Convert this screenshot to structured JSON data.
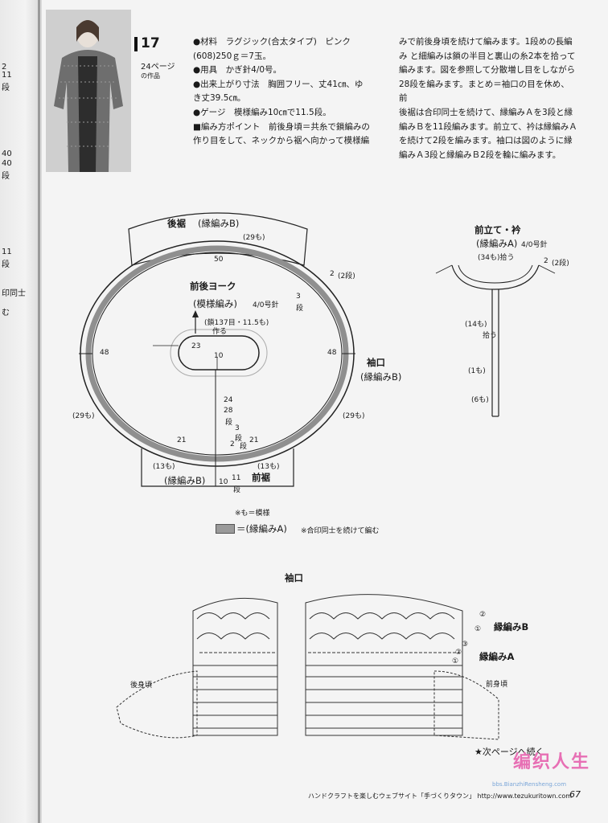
{
  "sidebar": {
    "labels": [
      "2",
      "11",
      "段",
      "40",
      "40",
      "段",
      "11",
      "段",
      "印同士",
      "む"
    ]
  },
  "header": {
    "pattern_number": "17",
    "page_ref": "24ページ",
    "page_ref_sub": "の作品",
    "spec_left": [
      "●材料　ラグジック(合太タイプ)　ピンク",
      "(608)250ｇ＝7玉。",
      "●用具　かぎ針4/0号。",
      "●出来上がり寸法　胸囲フリー、丈41㎝、ゆ",
      "き丈39.5㎝。",
      "●ゲージ　模様編み10㎝で11.5段。",
      "■編み方ポイント　前後身頃＝共糸で鎖編みの",
      "作り目をして、ネックから裾へ向かって模様編"
    ],
    "spec_right": [
      "みで前後身頃を続けて編みます。1段めの長編",
      "み と細編みは鎖の半目と裏山の糸2本を拾って",
      "編みます。図を参照して分散増し目をしながら",
      "28段を編みます。まとめ＝袖口の目を休め、前",
      "後裾は合印同士を続けて、縁編みＡを3段と縁",
      "編みＢを11段編みます。前立て、衿は縁編みＡ",
      "を続けて2段を編みます。袖口は図のように縁",
      "編みＡ3段と縁編みＢ2段を輪に編みます。"
    ]
  },
  "diagram": {
    "back_hem": "後裾",
    "back_hem_sub": "(縁編みB)",
    "back_hem_count": "(29も)",
    "top_width": "50",
    "yoke_title": "前後ヨーク",
    "yoke_sub": "(模様編み)",
    "yoke_needle": "4/0号針",
    "cast_on": "(鎖137目・11.5も)",
    "cast_on_sub": "作る",
    "neck_width": "23",
    "neck_depth": "10",
    "side_left": "48",
    "side_right": "48",
    "sleeve": "袖口",
    "sleeve_sub": "(縁編みB)",
    "left_count": "(29も)",
    "right_count": "(29も)",
    "depth_24": "24",
    "depth_28": "28",
    "depth_rows": "段",
    "r2_top": "2",
    "r2_top_frac": "(2段)",
    "r2_left_2": "2",
    "r3_left": "3",
    "r3_left_rows": "段",
    "r3_mid": "3",
    "r3_mid_rows": "段",
    "r2_mid": "2",
    "r2_mid_rows": "段",
    "bottom_left_21": "21",
    "bottom_right_21": "21",
    "front_left_count": "(13も)",
    "front_right_count": "(13も)",
    "front_left_band": "(縁編みB)",
    "front_hem": "前裾",
    "bottom_10": "10",
    "bottom_11": "11",
    "bottom_11_rows": "段",
    "note_pattern": "※も＝模様",
    "legend_label": "＝(縁編みA)",
    "legend_note": "※合印同士を続けて編む"
  },
  "collar": {
    "title": "前立て・衿",
    "sub": "(縁編みA)",
    "needle": "4/0号針",
    "pick": "(34も)拾う",
    "r2": "2",
    "r2_rows": "(2段)",
    "front_14": "(14も)",
    "front_pick": "拾う",
    "one": "(1も)",
    "six": "(6も)"
  },
  "chart": {
    "title": "袖口",
    "back_body": "後身頃",
    "front_body": "前身頃",
    "band_b": "縁編みB",
    "band_a": "縁編みA",
    "rows_b": [
      "②",
      "①"
    ],
    "rows_a": [
      "③",
      "②",
      "①"
    ]
  },
  "footer": {
    "continue": "★次ページへ続く",
    "site": "ハンドクラフトを楽しむウェブサイト「手づくりタウン」 http://www.tezukuritown.com",
    "page": "67",
    "watermark": "编织人生",
    "watermark_url": "bbs.BianzhiRensheng.com"
  }
}
